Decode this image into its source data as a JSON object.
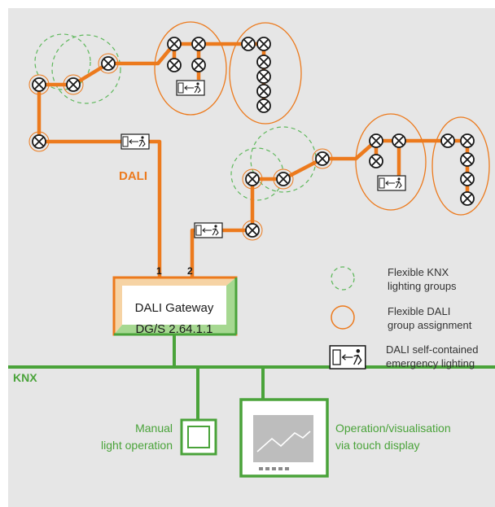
{
  "labels": {
    "dali": "DALI",
    "knx": "KNX",
    "port_1": "1",
    "port_2": "2"
  },
  "gateway": {
    "name": "DALI Gateway",
    "model": "DG/S 2.64.1.1"
  },
  "legend": {
    "knx_groups_line1": "Flexible KNX",
    "knx_groups_line2": "lighting groups",
    "dali_groups_line1": "Flexible DALI",
    "dali_groups_line2": "group assignment",
    "emergency_line1": "DALI self-contained",
    "emergency_line2": "emergency lighting"
  },
  "devices": {
    "manual_line1": "Manual",
    "manual_line2": "light operation",
    "touch_line1": "Operation/visualisation",
    "touch_line2": "via touch display"
  },
  "colors": {
    "dali_orange": "#ec7a1d",
    "knx_green": "#4aa33a",
    "background": "#e6e6e6"
  },
  "icons": [
    "lamp-icon",
    "emergency-light-icon",
    "knx-group-circle",
    "dali-group-ellipse",
    "push-button-icon",
    "touch-display-icon"
  ]
}
